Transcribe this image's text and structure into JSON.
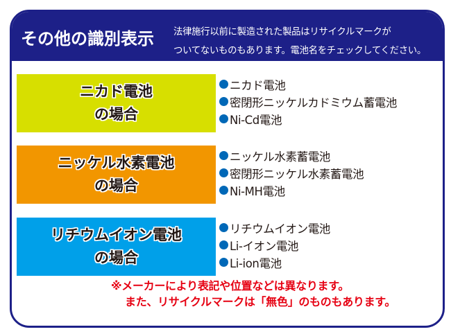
{
  "header": {
    "title": "その他の識別表示",
    "description_lines": [
      "法律施行以前に製造された製品はリサイクルマークが",
      "ついてないものもあります。電池名をチェックしてください。"
    ]
  },
  "colors": {
    "navy": "#1d2088",
    "nicd": "#d7df00",
    "nimh": "#f29600",
    "liion": "#00a0e9",
    "bullet": "#0068b7",
    "note": "#e60012"
  },
  "sections": [
    {
      "label_line1": "ニカド電池",
      "label_line2": "の場合",
      "color": "#d7df00",
      "items": [
        "ニカド電池",
        "密閉形ニッケルカドミウム蓄電池",
        "Ni-Cd電池"
      ]
    },
    {
      "label_line1": "ニッケル水素電池",
      "label_line2": "の場合",
      "color": "#f29600",
      "items": [
        "ニッケル水素蓄電池",
        "密閉形ニッケル水素蓄電池",
        "Ni-MH電池"
      ]
    },
    {
      "label_line1": "リチウムイオン電池",
      "label_line2": "の場合",
      "color": "#00a0e9",
      "items": [
        "リチウムイオン電池",
        "Li-イオン電池",
        "Li-ion電池"
      ]
    }
  ],
  "note": {
    "line1": "※メーカーにより表記や位置などは異なります。",
    "line2": "また、リサイクルマークは「無色」のものもあります。"
  }
}
